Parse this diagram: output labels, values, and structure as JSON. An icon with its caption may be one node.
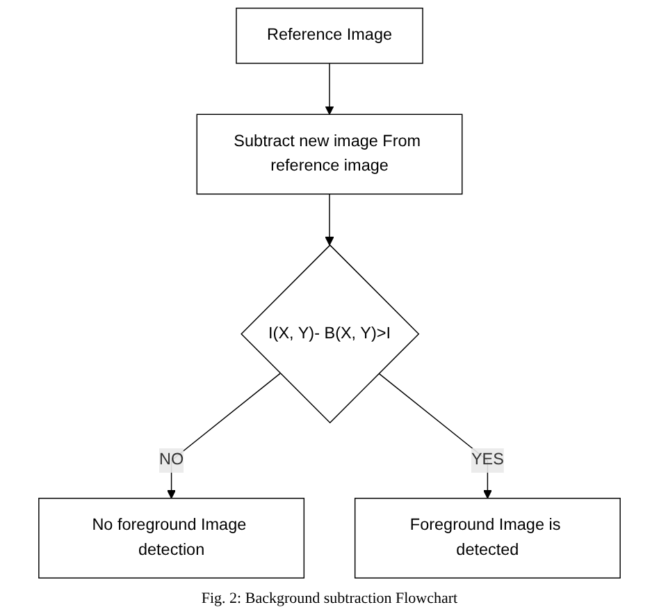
{
  "diagram": {
    "caption": "Fig. 2: Background subtraction Flowchart",
    "nodes": [
      {
        "text": [
          "Reference Image"
        ]
      },
      {
        "text": [
          "Subtract new image From reference image"
        ]
      },
      {
        "text": [
          "I(X, Y)- B(X, Y)>I"
        ]
      },
      {
        "text": [
          "No foreground Image detection"
        ]
      },
      {
        "text": [
          "Foreground Image is detected"
        ]
      }
    ],
    "edges": [
      {
        "from": 0,
        "to": 1,
        "arrow": "to"
      },
      {
        "from": 1,
        "to": 2,
        "arrow": "to"
      },
      {
        "from": 2,
        "to": 3,
        "arrow": "to",
        "label": "NO"
      },
      {
        "from": 2,
        "to": 4,
        "arrow": "to",
        "label": "YES"
      }
    ]
  }
}
